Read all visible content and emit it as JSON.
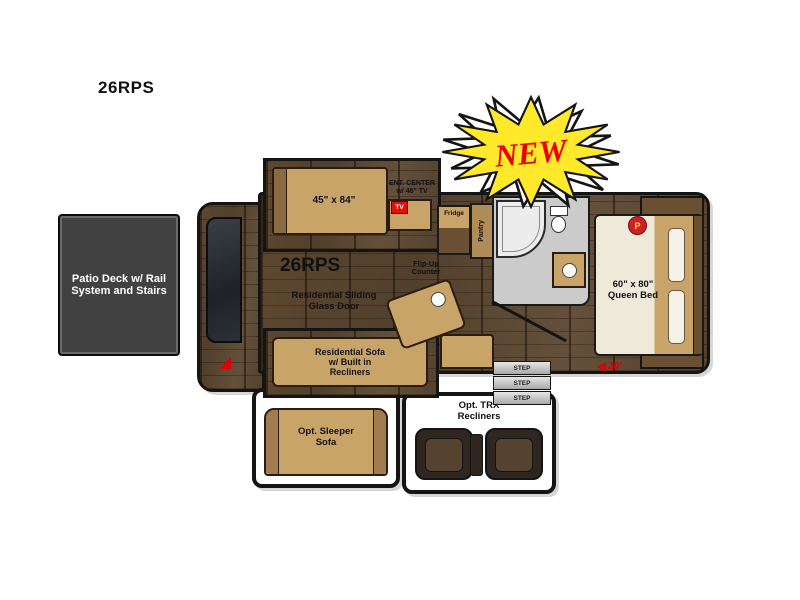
{
  "page": {
    "title": "26RPS"
  },
  "badge": {
    "label": "NEW"
  },
  "floorplan": {
    "patio_label": "Patio Deck w/ Rail System and Stairs",
    "sofa_bed_label": "45\" x 84\"",
    "ent_center_line1": "ENT. CENTER",
    "ent_center_line2": "w/ 48\" TV",
    "tv_label": "TV",
    "fridge_label": "Fridge",
    "pantry_label": "Pantry",
    "model_label": "26RPS",
    "sliding_door_label": "Residential Sliding Glass Door",
    "sofa_label": "Residential Sofa w/ Built in Recliners",
    "flip_up_counter_label": "Flip-Up Counter",
    "queen_bed_line1": "60\" x 80\"",
    "queen_bed_line2": "Queen Bed",
    "logo_label": "P",
    "steps": [
      "STEP",
      "STEP",
      "STEP"
    ],
    "length_label": "20'",
    "opt_sleeper_label": "Opt. Sleeper Sofa",
    "opt_trx_label": "Opt. TRX Recliners"
  }
}
